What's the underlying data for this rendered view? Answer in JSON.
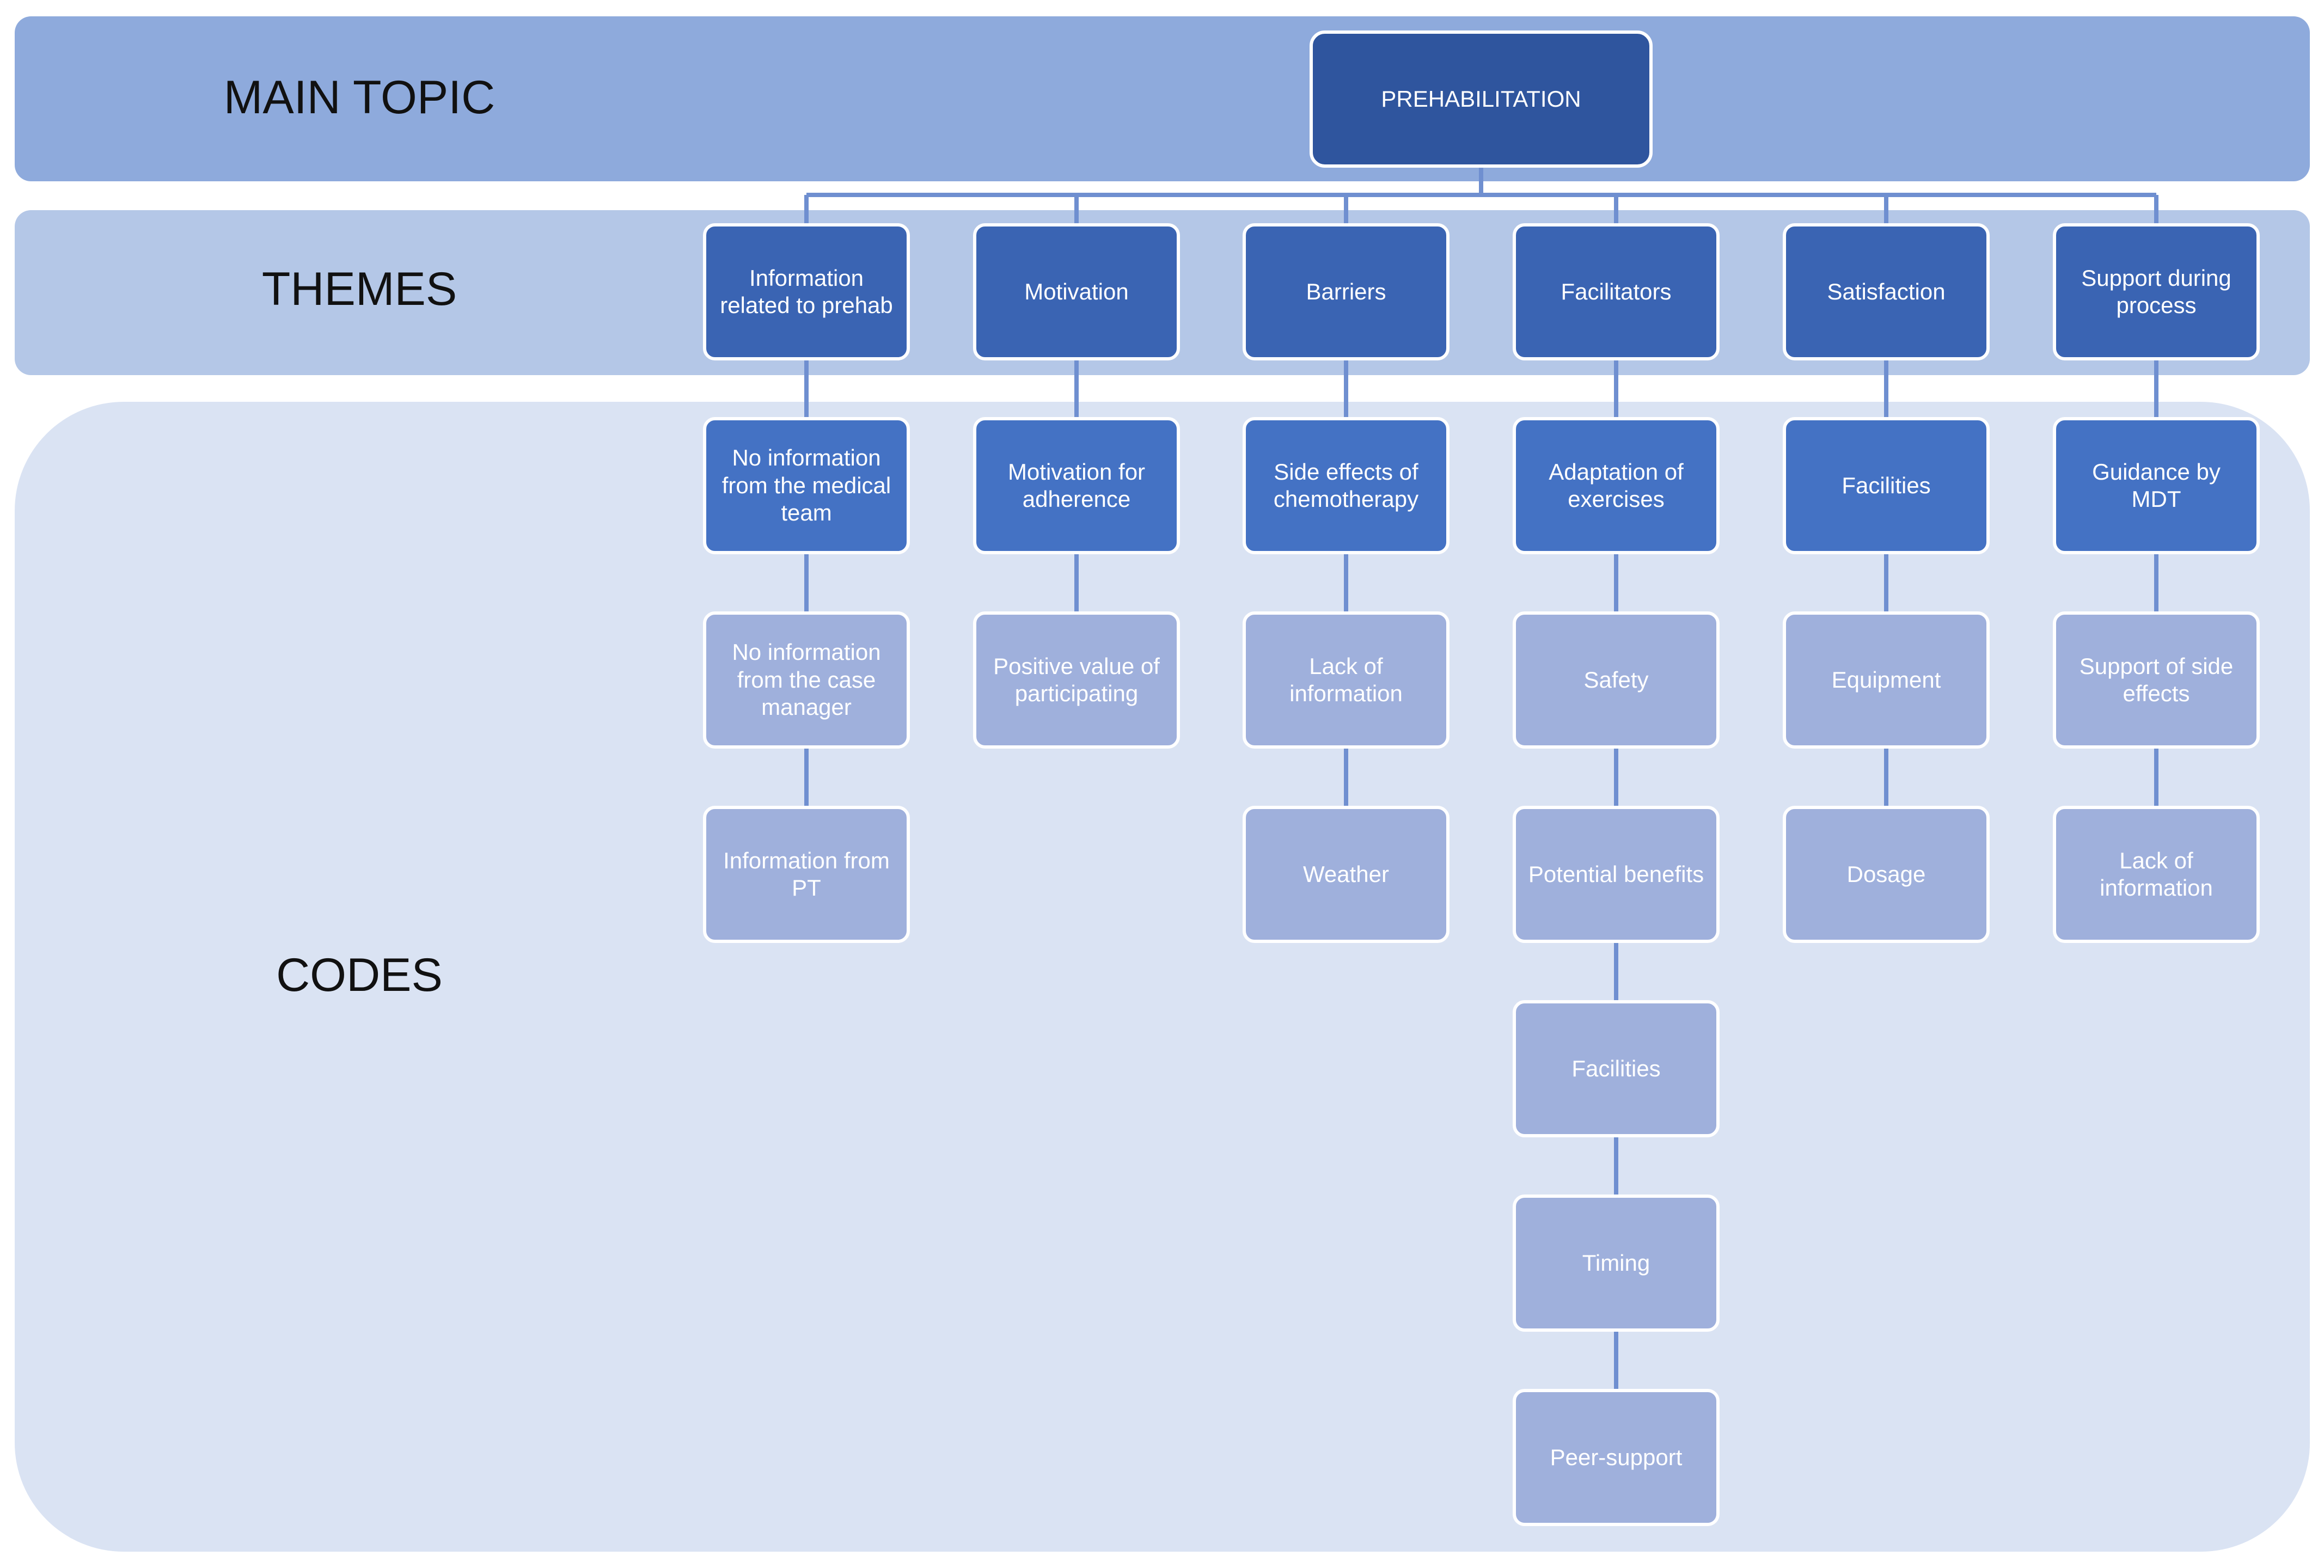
{
  "colors": {
    "main_band": "#8eaadc",
    "themes_band": "#b4c7e7",
    "codes_band": "#dae3f3",
    "root_node": "#2f559e",
    "theme_node": "#3a64b3",
    "code_primary": "#4472c4",
    "code_secondary": "#9fb0dc",
    "connector": "#6f8fd0"
  },
  "rows": {
    "main_topic": "MAIN TOPIC",
    "themes": "THEMES",
    "codes": "CODES"
  },
  "root": {
    "label": "PREHABILITATION"
  },
  "themes": [
    {
      "label": "Information related to prehab",
      "codes": [
        {
          "label": "No information from the medical team",
          "level": "primary"
        },
        {
          "label": "No information from the case manager",
          "level": "secondary"
        },
        {
          "label": "Information from PT",
          "level": "secondary"
        }
      ]
    },
    {
      "label": "Motivation",
      "codes": [
        {
          "label": "Motivation for adherence",
          "level": "primary"
        },
        {
          "label": "Positive value of participating",
          "level": "secondary"
        }
      ]
    },
    {
      "label": "Barriers",
      "codes": [
        {
          "label": "Side effects of chemotherapy",
          "level": "primary"
        },
        {
          "label": "Lack of information",
          "level": "secondary"
        },
        {
          "label": "Weather",
          "level": "secondary"
        }
      ]
    },
    {
      "label": "Facilitators",
      "codes": [
        {
          "label": "Adaptation of exercises",
          "level": "primary"
        },
        {
          "label": "Safety",
          "level": "secondary"
        },
        {
          "label": "Potential benefits",
          "level": "secondary"
        },
        {
          "label": "Facilities",
          "level": "secondary"
        },
        {
          "label": "Timing",
          "level": "secondary"
        },
        {
          "label": "Peer-support",
          "level": "secondary"
        }
      ]
    },
    {
      "label": "Satisfaction",
      "codes": [
        {
          "label": "Facilities",
          "level": "primary"
        },
        {
          "label": "Equipment",
          "level": "secondary"
        },
        {
          "label": "Dosage",
          "level": "secondary"
        }
      ]
    },
    {
      "label": "Support during process",
      "codes": [
        {
          "label": "Guidance by MDT",
          "level": "primary"
        },
        {
          "label": "Support of side effects",
          "level": "secondary"
        },
        {
          "label": "Lack of information",
          "level": "secondary"
        }
      ]
    }
  ]
}
